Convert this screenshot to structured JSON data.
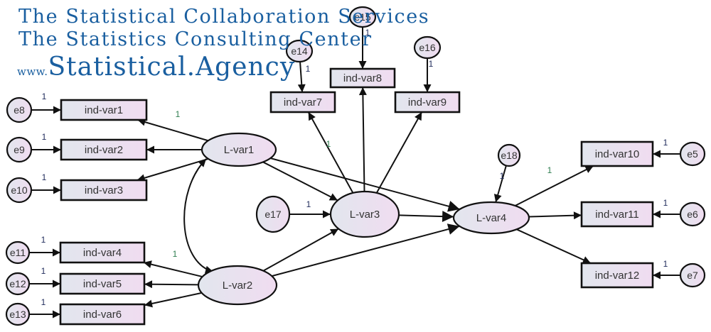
{
  "header": {
    "line1": "The Statistical Collaboration Services",
    "line2": "The Statistics Consulting Center",
    "line3_prefix": "www.",
    "line3_main": "Statistical.Agency"
  },
  "colors": {
    "header_text": "#1a5fa0",
    "node_fill_start": "#e2e6ee",
    "node_fill_end": "#f0dcf0",
    "stroke": "#111111",
    "label_green": "#2e7d4f"
  },
  "nodes": {
    "latent": [
      {
        "id": "L-var1",
        "label": "L-var1"
      },
      {
        "id": "L-var2",
        "label": "L-var2"
      },
      {
        "id": "L-var3",
        "label": "L-var3"
      },
      {
        "id": "L-var4",
        "label": "L-var4"
      }
    ],
    "observed": [
      {
        "id": "ind-var1",
        "label": "ind-var1"
      },
      {
        "id": "ind-var2",
        "label": "ind-var2"
      },
      {
        "id": "ind-var3",
        "label": "ind-var3"
      },
      {
        "id": "ind-var4",
        "label": "ind-var4"
      },
      {
        "id": "ind-var5",
        "label": "ind-var5"
      },
      {
        "id": "ind-var6",
        "label": "ind-var6"
      },
      {
        "id": "ind-var7",
        "label": "ind-var7"
      },
      {
        "id": "ind-var8",
        "label": "ind-var8"
      },
      {
        "id": "ind-var9",
        "label": "ind-var9"
      },
      {
        "id": "ind-var10",
        "label": "ind-var10"
      },
      {
        "id": "ind-var11",
        "label": "ind-var11"
      },
      {
        "id": "ind-var12",
        "label": "ind-var12"
      }
    ],
    "errors": [
      {
        "id": "e5",
        "label": "e5"
      },
      {
        "id": "e6",
        "label": "e6"
      },
      {
        "id": "e7",
        "label": "e7"
      },
      {
        "id": "e8",
        "label": "e8"
      },
      {
        "id": "e9",
        "label": "e9"
      },
      {
        "id": "e10",
        "label": "e10"
      },
      {
        "id": "e11",
        "label": "e11"
      },
      {
        "id": "e12",
        "label": "e12"
      },
      {
        "id": "e13",
        "label": "e13"
      },
      {
        "id": "e14",
        "label": "e14"
      },
      {
        "id": "e15",
        "label": "e15"
      },
      {
        "id": "e16",
        "label": "e16"
      },
      {
        "id": "e17",
        "label": "e17"
      },
      {
        "id": "e18",
        "label": "e18"
      }
    ]
  },
  "paths": [
    {
      "from": "e8",
      "to": "ind-var1",
      "label": "1"
    },
    {
      "from": "e9",
      "to": "ind-var2",
      "label": "1"
    },
    {
      "from": "e10",
      "to": "ind-var3",
      "label": "1"
    },
    {
      "from": "e11",
      "to": "ind-var4",
      "label": "1"
    },
    {
      "from": "e12",
      "to": "ind-var5",
      "label": "1"
    },
    {
      "from": "e13",
      "to": "ind-var6",
      "label": "1"
    },
    {
      "from": "e14",
      "to": "ind-var7",
      "label": "1"
    },
    {
      "from": "e15",
      "to": "ind-var8",
      "label": "1"
    },
    {
      "from": "e16",
      "to": "ind-var9",
      "label": "1"
    },
    {
      "from": "e5",
      "to": "ind-var10",
      "label": "1"
    },
    {
      "from": "e6",
      "to": "ind-var11",
      "label": "1"
    },
    {
      "from": "e7",
      "to": "ind-var12",
      "label": "1"
    },
    {
      "from": "e17",
      "to": "L-var3",
      "label": "1"
    },
    {
      "from": "e18",
      "to": "L-var4",
      "label": "1"
    },
    {
      "from": "L-var1",
      "to": "ind-var1",
      "label": "1"
    },
    {
      "from": "L-var1",
      "to": "ind-var2",
      "label": ""
    },
    {
      "from": "L-var1",
      "to": "ind-var3",
      "label": ""
    },
    {
      "from": "L-var2",
      "to": "ind-var4",
      "label": "1"
    },
    {
      "from": "L-var2",
      "to": "ind-var5",
      "label": ""
    },
    {
      "from": "L-var2",
      "to": "ind-var6",
      "label": ""
    },
    {
      "from": "L-var3",
      "to": "ind-var7",
      "label": "1"
    },
    {
      "from": "L-var3",
      "to": "ind-var8",
      "label": ""
    },
    {
      "from": "L-var3",
      "to": "ind-var9",
      "label": ""
    },
    {
      "from": "L-var4",
      "to": "ind-var10",
      "label": "1"
    },
    {
      "from": "L-var4",
      "to": "ind-var11",
      "label": ""
    },
    {
      "from": "L-var4",
      "to": "ind-var12",
      "label": ""
    },
    {
      "from": "L-var1",
      "to": "L-var3",
      "label": ""
    },
    {
      "from": "L-var1",
      "to": "L-var4",
      "label": ""
    },
    {
      "from": "L-var2",
      "to": "L-var3",
      "label": ""
    },
    {
      "from": "L-var2",
      "to": "L-var4",
      "label": ""
    },
    {
      "from": "L-var3",
      "to": "L-var4",
      "label": ""
    }
  ],
  "covariances": [
    {
      "between": [
        "L-var1",
        "L-var2"
      ]
    }
  ]
}
